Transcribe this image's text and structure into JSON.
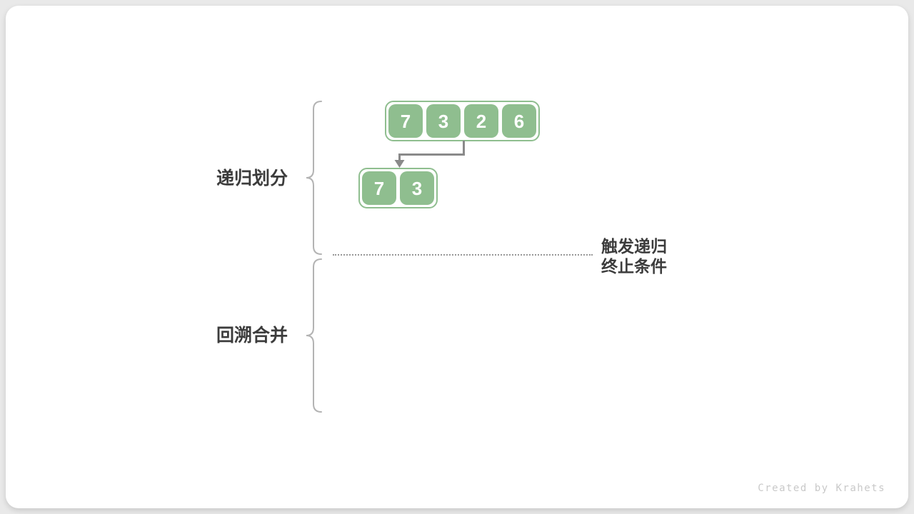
{
  "diagram": {
    "title_hint": "merge-sort recursive divide diagram",
    "phase_labels": {
      "divide": "递归划分",
      "merge": "回溯合并"
    },
    "terminal_condition": {
      "line1": "触发递归",
      "line2": "终止条件"
    },
    "arrays": {
      "parent": [
        "7",
        "3",
        "2",
        "6"
      ],
      "left_child": [
        "7",
        "3"
      ]
    },
    "watermark": "Created by Krahets",
    "colors": {
      "cell_green": "#8FBE8F",
      "arrow_gray": "#8A8A8A",
      "brace_gray": "#B3B3B3",
      "dotted_gray": "#979797",
      "text_dark": "#3C3C3C",
      "watermark_gray": "#C9C9C9",
      "card_white": "#FFFFFF",
      "page_gray": "#E9E9E9"
    }
  }
}
